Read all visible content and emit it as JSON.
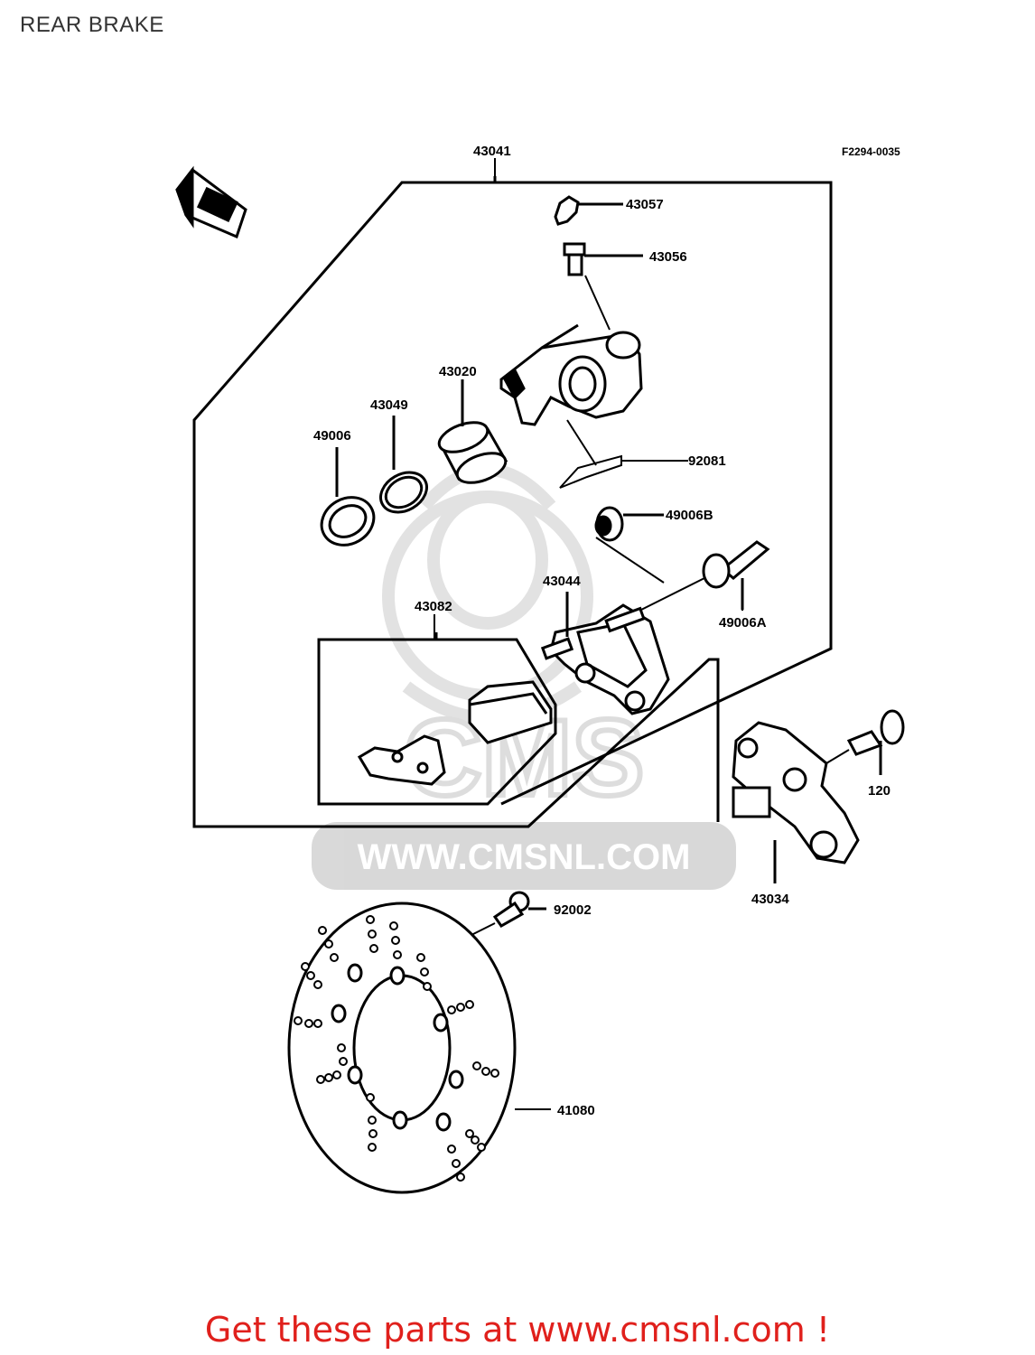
{
  "title": "REAR BRAKE",
  "figure_code": "F2294-0035",
  "watermark": {
    "url_text": "WWW.CMSNL.COM",
    "logo_text": "CMS"
  },
  "footer": {
    "text": "Get these parts at www.cmsnl.com !",
    "color": "#e0201c"
  },
  "colors": {
    "ink": "#000000",
    "watermark": "#c8c8c8"
  },
  "parts": [
    {
      "id": "43041",
      "label": "43041"
    },
    {
      "id": "43057",
      "label": "43057"
    },
    {
      "id": "43056",
      "label": "43056"
    },
    {
      "id": "43020",
      "label": "43020"
    },
    {
      "id": "43049",
      "label": "43049"
    },
    {
      "id": "49006",
      "label": "49006"
    },
    {
      "id": "92081",
      "label": "92081"
    },
    {
      "id": "49006B",
      "label": "49006B"
    },
    {
      "id": "43044",
      "label": "43044"
    },
    {
      "id": "49006A",
      "label": "49006A"
    },
    {
      "id": "43082",
      "label": "43082"
    },
    {
      "id": "120",
      "label": "120"
    },
    {
      "id": "43034",
      "label": "43034"
    },
    {
      "id": "92002",
      "label": "92002"
    },
    {
      "id": "41080",
      "label": "41080"
    }
  ],
  "front_marker": {
    "icon": "front-arrow-icon"
  }
}
